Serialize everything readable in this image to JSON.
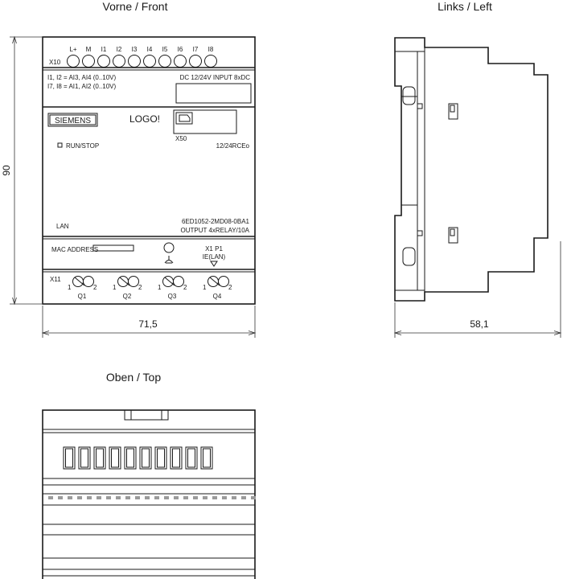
{
  "views": {
    "front_title": "Vorne / Front",
    "left_title": "Links / Left",
    "top_title": "Oben / Top"
  },
  "dimensions": {
    "height": "90",
    "width_front": "71,5",
    "depth_left": "58,1"
  },
  "front": {
    "terminal_label_top": "X10",
    "input_terminals": [
      "L+",
      "M",
      "I1",
      "I2",
      "I3",
      "I4",
      "I5",
      "I6",
      "I7",
      "I8"
    ],
    "analog_line_1": "I1, I2 = AI3, AI4 (0..10V)",
    "analog_line_2": "I7, I8 = AI1, AI2 (0..10V)",
    "input_spec": "DC 12/24V  INPUT 8xDC",
    "brand": "SIEMENS",
    "product": "LOGO!",
    "slot_label": "X50",
    "run_stop": "RUN/STOP",
    "variant": "12/24RCEo",
    "lan": "LAN",
    "order_number": "6ED1052-2MD08-0BA1",
    "output_spec": "OUTPUT 4xRELAY/10A",
    "mac_label": "MAC ADDRESS",
    "port_label_1": "X1 P1",
    "port_label_2": "IE(LAN)",
    "terminal_label_bottom": "X11",
    "outputs": [
      "Q1",
      "Q2",
      "Q3",
      "Q4"
    ],
    "output_pin_1": "1",
    "output_pin_2": "2"
  }
}
